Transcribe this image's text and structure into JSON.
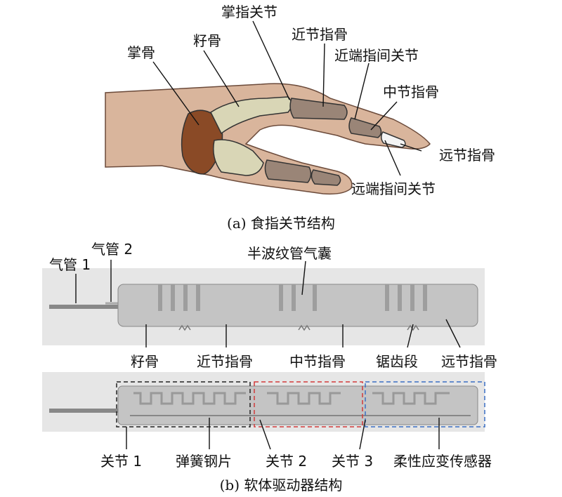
{
  "panel_a": {
    "caption": "(a) 食指关节结构",
    "labels": {
      "metacarpal": "掌骨",
      "phalanx_bone": "籽骨",
      "mcp_joint": "掌指关节",
      "proximal_phalanx": "近节指骨",
      "pip_joint": "近端指间关节",
      "middle_phalanx": "中节指骨",
      "distal_phalanx": "远节指骨",
      "dip_joint": "远端指间关节"
    },
    "colors": {
      "skin": "#d9b59c",
      "metacarpal": "#8a4a26",
      "bone_light": "#d9d6b6",
      "bone_dark": "#9a8577"
    }
  },
  "panel_b": {
    "caption": "(b) 软体驱动器结构",
    "top_labels": {
      "air_tube_1": "气管 1",
      "air_tube_2": "气管 2",
      "bellows": "半波纹管气囊"
    },
    "bottom_labels": {
      "phalanx_bone": "籽骨",
      "proximal_phalanx": "近节指骨",
      "middle_phalanx": "中节指骨",
      "sawtooth": "锯齿段",
      "distal_phalanx": "远节指骨"
    },
    "lower_labels": {
      "joint_1": "关节 1",
      "spring_steel": "弹簧钢片",
      "joint_2": "关节 2",
      "joint_3": "关节 3",
      "sensor": "柔性应变传感器"
    },
    "colors": {
      "actuator": "#c4c4c4",
      "actuator_dark": "#9e9e9e",
      "background": "#e6e6e6",
      "box_joint_1": "#222222",
      "box_joint_2": "#d23a3a",
      "box_joint_3": "#3a6fc4"
    }
  }
}
